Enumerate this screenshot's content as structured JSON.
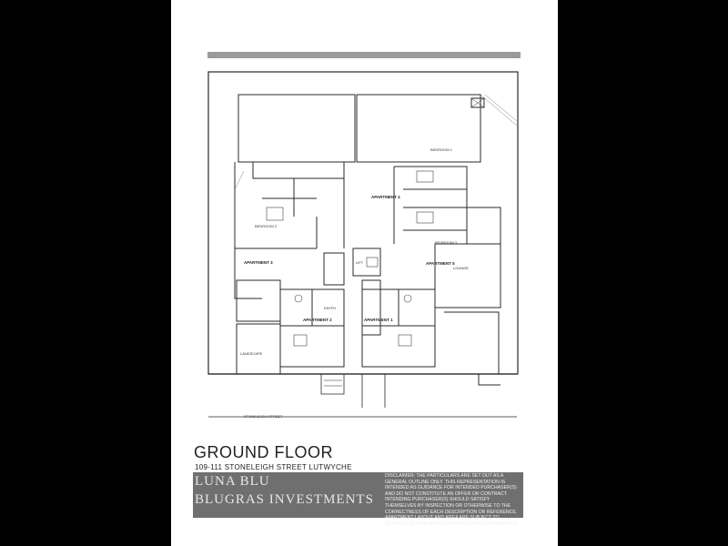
{
  "plan": {
    "title": "GROUND FLOOR",
    "address": "109-111 STONELEIGH STREET LUTWYCHE",
    "street_label": "STONELEIGH STREET",
    "rooms": {
      "apartment1": "APARTMENT 1",
      "apartment2": "APARTMENT 2",
      "apartment3": "APARTMENT 3",
      "apartment4": "APARTMENT 4",
      "apartment5": "APARTMENT 5",
      "bedroom1": "BEDROOM 1",
      "bedroom2": "BEDROOM 2",
      "bedroom3": "BEDROOM 3",
      "lounge": "LOUNGE",
      "landscape": "LANDSCAPE",
      "lift": "LIFT",
      "entry": "ENTRY"
    }
  },
  "branding": {
    "line1": "LUNA BLU",
    "line2": "BLUGRAS INVESTMENTS"
  },
  "disclaimer": "DISCLAIMER: THE PARTICULARS ARE SET OUT AS A GENERAL OUTLINE ONLY. THIS REPRESENTATION IS INTENDED AS GUIDANCE FOR INTENDED PURCHASER(S) AND DO NOT CONSTITUTE AN OFFER OR CONTRACT. INTENDING PURCHASER(S) SHOULD SATISFY THEMSELVES BY INSPECTION OR OTHERWISE TO THE CORRECTNESS OF EACH DESCRIPTION OR REFERENCE. APARTMENT LAYOUT AND AREA ARE SUBJECT TO DETAILED DESIGN AND CONSTRUCTION REQUIREMENTS.",
  "colors": {
    "background": "#000000",
    "page": "#ffffff",
    "band": "#6f6f6f",
    "line": "#2a2a2a"
  }
}
